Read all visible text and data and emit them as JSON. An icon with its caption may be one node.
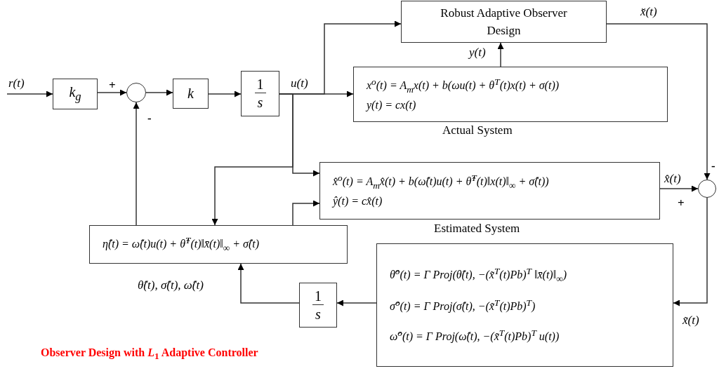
{
  "diagram": {
    "caption": "Observer Design with *L*$_{1}$ Adaptive Controller",
    "nodes": [
      {
        "text": [
          "k$_{g}$"
        ]
      },
      {
        "text": [],
        "shape": "circle"
      },
      {
        "text": [
          "k"
        ]
      },
      {
        "text": [
          "1",
          "s"
        ]
      },
      {
        "text": [
          "Robust Adaptive Observer Design"
        ]
      },
      {
        "text": [
          "x$^{o}$(t) = A$_{m}$x(t) + b(ωu(t) + θ$^{T}$(t)x(t) + σ(t))",
          "y(t) = cx(t)"
        ],
        "beside": [
          "Actual System"
        ]
      },
      {
        "text": [
          "x̂$^{o}$(t) = A$_{m}$x̂(t) + b(ω̂(t)u(t) + θ̂$^{T}$(t)‖x(t)‖$_{∞}$ + σ̂(t))",
          "ŷ(t) = cx̂(t)"
        ],
        "beside": [
          "Estimated System"
        ]
      },
      {
        "text": [],
        "shape": "circle"
      },
      {
        "text": [
          "η̂(t) = ω̂(t)u(t) + θ̂$^{T}$(t)‖x̄(t)‖$_{∞}$ + σ̂(t)"
        ]
      },
      {
        "text": [
          "θ̂$^{o}$(t) = Γ Proj(θ̂(t), −(x̃$^{T}$(t)Pb)$^{T}$ ‖x̄(t)‖$_{∞}$)",
          "σ̂$^{o}$(t) = Γ Proj(σ̂(t), −(x̃$^{T}$(t)Pb)$^{T}$)",
          "ω̂$^{o}$(t) = Γ Proj(ω̂(t), −(x̃$^{T}$(t)Pb)$^{T}$ u(t))"
        ]
      },
      {
        "text": [
          "1",
          "s"
        ]
      }
    ],
    "edges": [
      {
        "from": null,
        "to": 0,
        "arrow": "to",
        "label": "r(t)"
      },
      {
        "from": 0,
        "to": 1,
        "arrow": "to"
      },
      {
        "from": 1,
        "to": 2,
        "arrow": "to"
      },
      {
        "from": 2,
        "to": 3,
        "arrow": "to"
      },
      {
        "from": 3,
        "to": 5,
        "arrow": "to",
        "label": "u(t)"
      },
      {
        "from": 3,
        "to": 4,
        "arrow": "to"
      },
      {
        "from": 3,
        "to": 6,
        "arrow": "to"
      },
      {
        "from": 3,
        "to": 8,
        "arrow": "to"
      },
      {
        "from": 5,
        "to": 4,
        "arrow": "to",
        "label": "y(t)"
      },
      {
        "from": 4,
        "to": 7,
        "arrow": "to",
        "label": "x̆(t)"
      },
      {
        "from": 6,
        "to": 7,
        "arrow": "to",
        "label": "x̂(t)"
      },
      {
        "from": 7,
        "to": 9,
        "arrow": "to",
        "label": "x̃(t)"
      },
      {
        "from": 9,
        "to": 10,
        "arrow": "to"
      },
      {
        "from": 10,
        "to": 8,
        "arrow": "to",
        "label": "θ̂(t), σ̂(t), ω̂(t)"
      },
      {
        "from": 8,
        "to": 1,
        "arrow": "to"
      },
      {
        "from": 8,
        "to": 6,
        "arrow": "to"
      }
    ],
    "labels": [
      "+",
      "-",
      "-",
      "+"
    ]
  }
}
